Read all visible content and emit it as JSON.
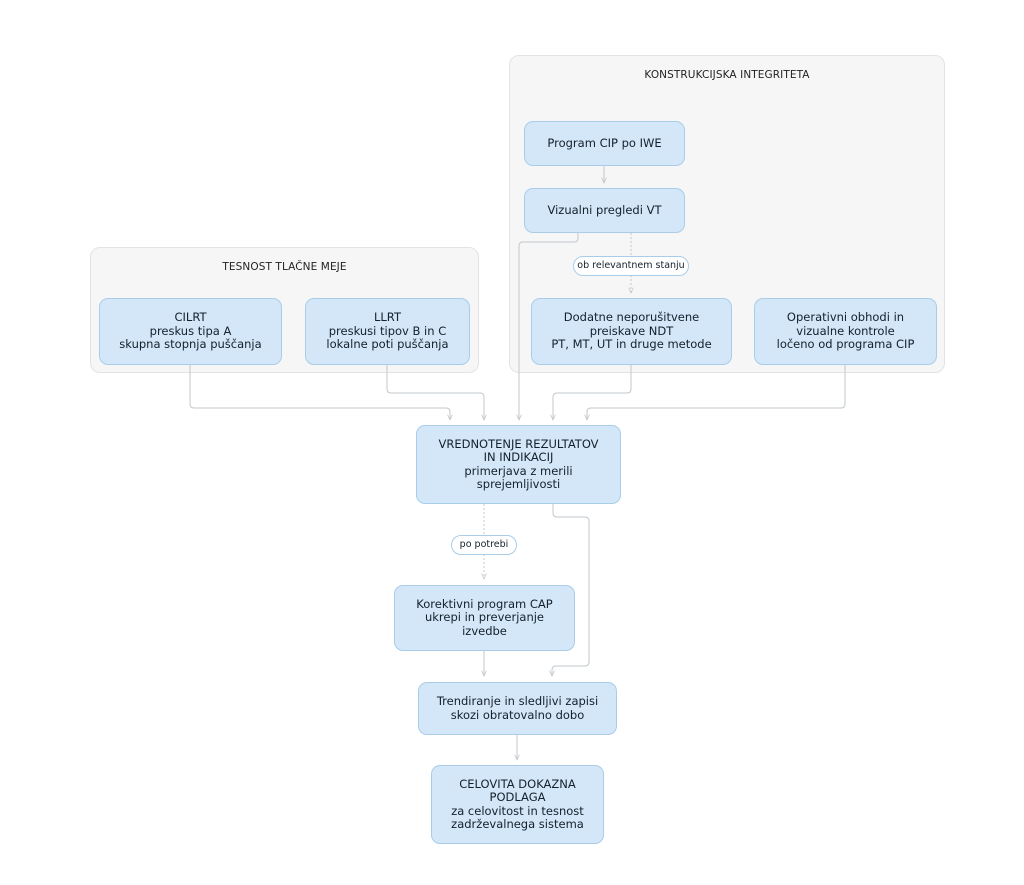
{
  "clusters": {
    "tesnost": {
      "title": "TESNOST TLAČNE MEJE"
    },
    "integriteta": {
      "title": "KONSTRUKCIJSKA INTEGRITETA"
    }
  },
  "nodes": {
    "cilrt": [
      "CILRT",
      "preskus tipa A",
      "skupna stopnja puščanja"
    ],
    "llrt": [
      "LLRT",
      "preskusi tipov B in C",
      "lokalne poti puščanja"
    ],
    "cip": [
      "Program CIP po IWE"
    ],
    "vt": [
      "Vizualni pregledi VT"
    ],
    "ndt": [
      "Dodatne neporušitvene",
      "preiskave NDT",
      "PT, MT, UT in druge metode"
    ],
    "obhodi": [
      "Operativni obhodi in",
      "vizualne kontrole",
      "ločeno od programa CIP"
    ],
    "vrednotenje": [
      "VREDNOTENJE REZULTATOV",
      "IN INDIKACIJ",
      "primerjava z merili",
      "sprejemljivosti"
    ],
    "cap": [
      "Korektivni program CAP",
      "ukrepi in preverjanje",
      "izvedbe"
    ],
    "trendiranje": [
      "Trendiranje in sledljivi zapisi",
      "skozi obratovalno dobo"
    ],
    "podlaga": [
      "CELOVITA DOKAZNA",
      "PODLAGA",
      "za celovitost in tesnost",
      "zadrževalnega sistema"
    ]
  },
  "edge_labels": {
    "vt_ndt": "ob relevantnem stanju",
    "vrednotenje_cap": "po potrebi"
  },
  "colors": {
    "node_fill": "#d3e7f8",
    "node_border": "#a9cde9",
    "cluster_fill": "#f6f6f6",
    "edge": "#c2c8cd"
  }
}
